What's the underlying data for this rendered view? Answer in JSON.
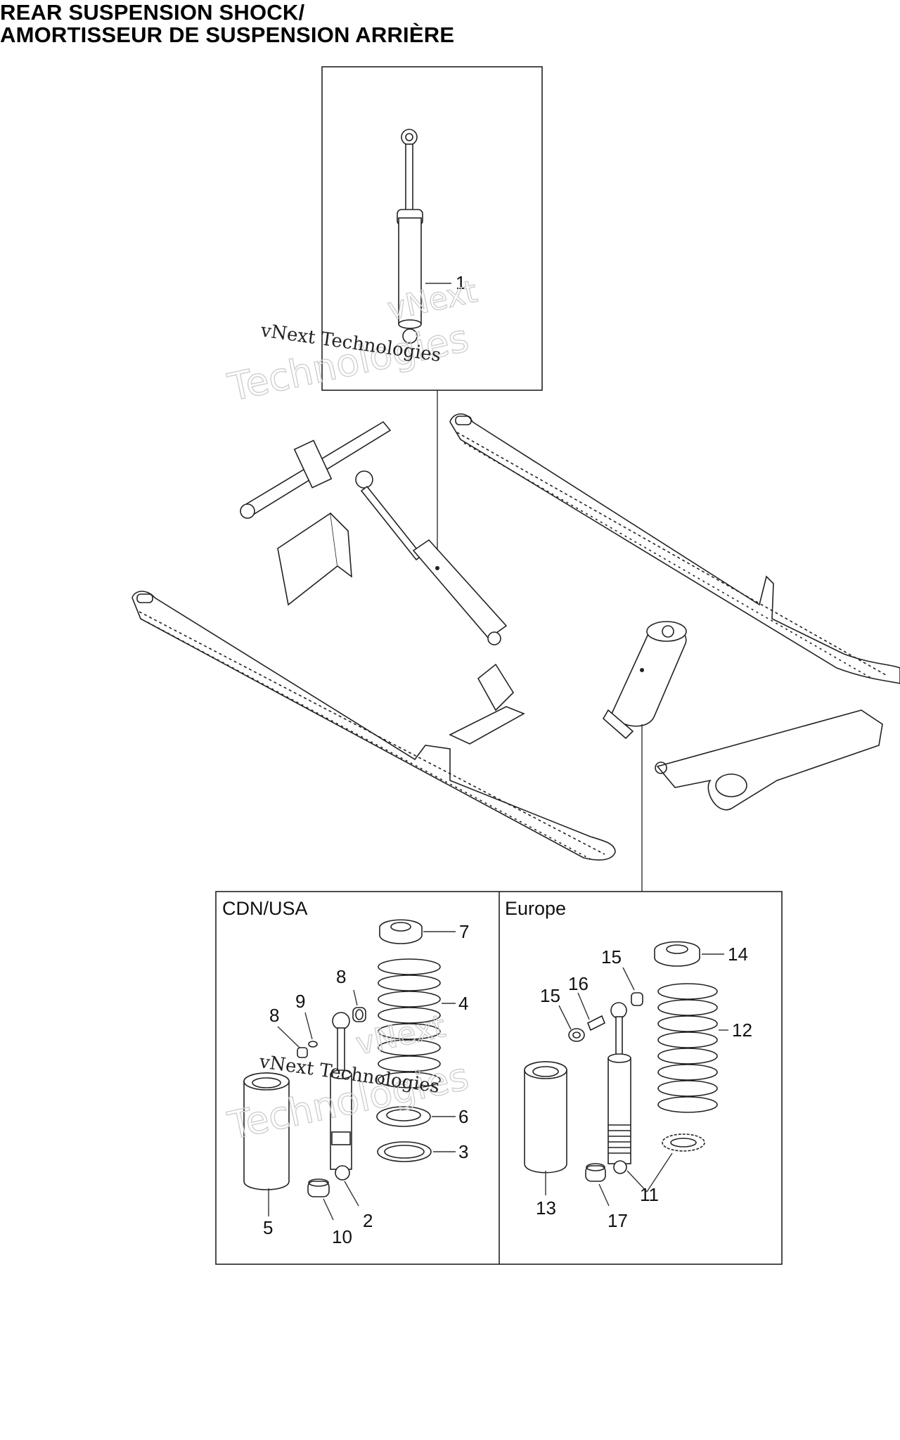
{
  "title": {
    "line1": "REAR SUSPENSION SHOCK/",
    "line2": "AMORTISSEUR DE SUSPENSION ARRIÈRE"
  },
  "panels": {
    "left_region": "CDN/USA",
    "right_region": "Europe"
  },
  "watermark": {
    "line1": "vNext",
    "line2": "Technologies",
    "stamp": "vNext Technologies"
  },
  "callouts": {
    "c1": "1",
    "c2": "2",
    "c3": "3",
    "c4": "4",
    "c5": "5",
    "c6": "6",
    "c7": "7",
    "c8a": "8",
    "c8b": "8",
    "c9": "9",
    "c10": "10",
    "c11": "11",
    "c12": "12",
    "c13": "13",
    "c14": "14",
    "c15a": "15",
    "c15b": "15",
    "c16": "16",
    "c17": "17"
  },
  "colors": {
    "ink": "#222222",
    "watermark": "#c9c9c9",
    "background": "#ffffff"
  }
}
